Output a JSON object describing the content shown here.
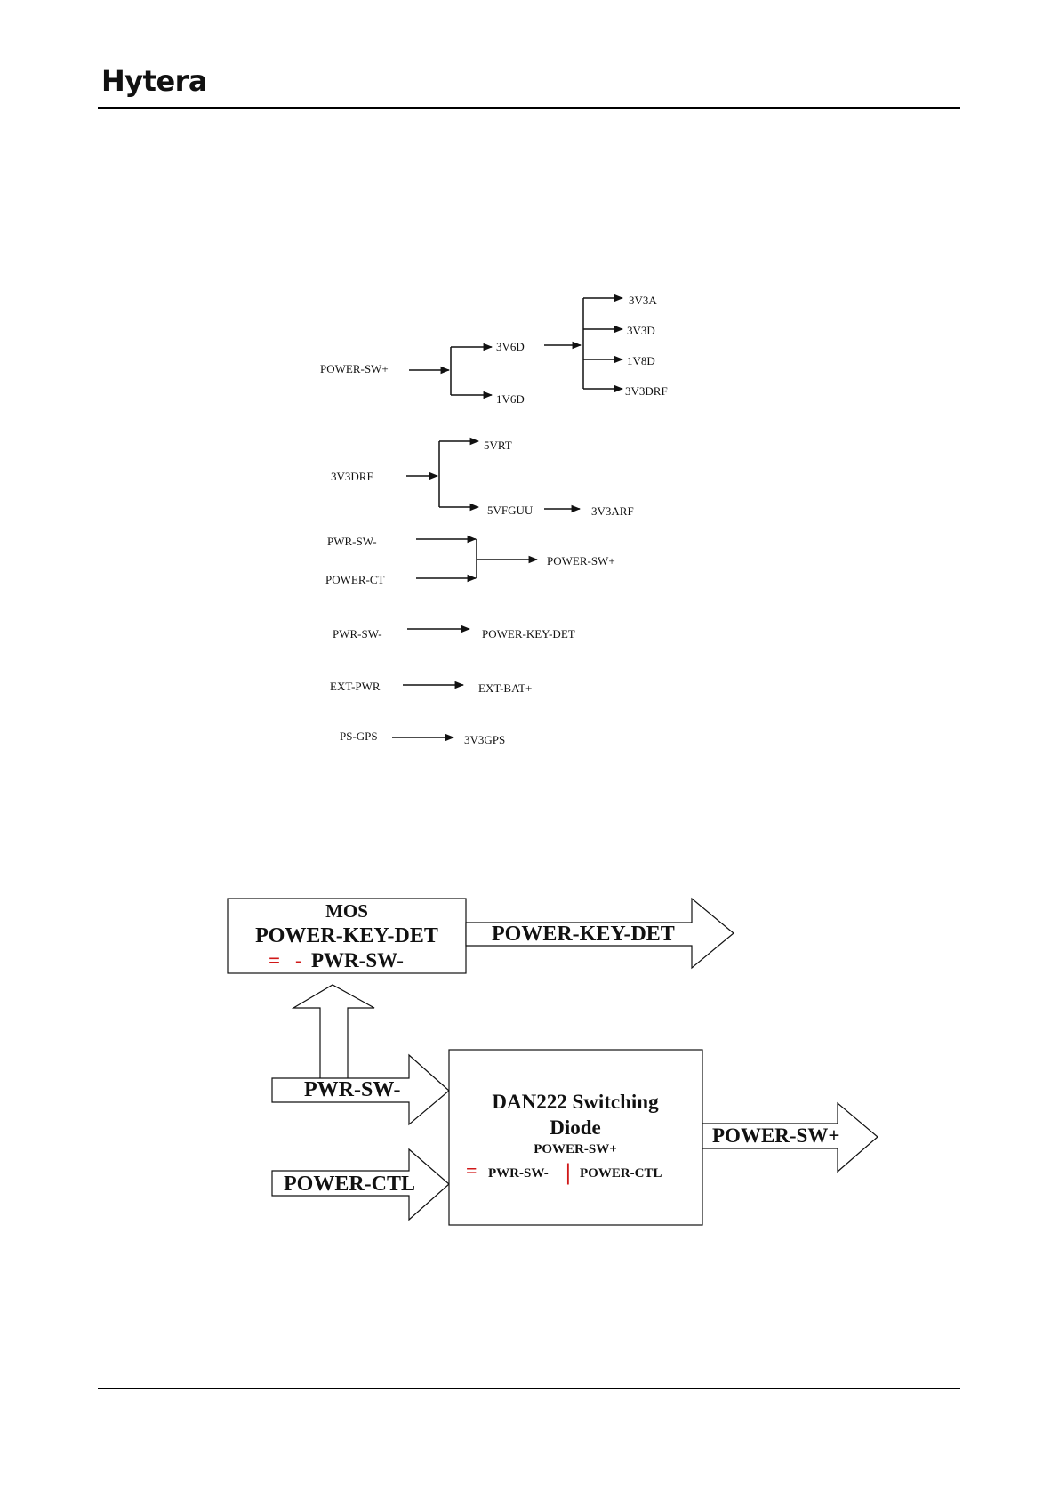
{
  "header": {
    "logo": "Hytera"
  },
  "tree": {
    "power_sw_plus": "POWER-SW+",
    "v3v6d": "3V6D",
    "v1v6d": "1V6D",
    "v3v3a": "3V3A",
    "v3v3d": "3V3D",
    "v1v8d": "1V8D",
    "v3v3drf_out": "3V3DRF",
    "v3v3drf_in": "3V3DRF",
    "v5vrt": "5VRT",
    "v5vfguu": "5VFGUU",
    "v3v3arf": "3V3ARF",
    "pwr_sw_minus_1": "PWR-SW-",
    "power_ct": "POWER-CT",
    "power_sw_plus_out": "POWER-SW+",
    "pwr_sw_minus_2": "PWR-SW-",
    "power_key_det": "POWER-KEY-DET",
    "ext_pwr": "EXT-PWR",
    "ext_bat_plus": "EXT-BAT+",
    "ps_gps": "PS-GPS",
    "v3v3gps": "3V3GPS"
  },
  "block": {
    "mos_line1": "MOS",
    "mos_line2": "POWER-KEY-DET",
    "mos_eq": "=",
    "mos_minus": "-",
    "mos_line3": "PWR-SW-",
    "arrow_power_key_det": "POWER-KEY-DET",
    "arrow_pwr_sw": "PWR-SW-",
    "arrow_power_ctl": "POWER-CTL",
    "dan_line1": "DAN222 Switching",
    "dan_line2": "Diode",
    "dan_line3": "POWER-SW+",
    "dan_eq": "=",
    "dan_pwr_sw": "PWR-SW-",
    "dan_or": "|",
    "dan_power_ctl": "POWER-CTL",
    "arrow_power_sw_plus": "POWER-SW+"
  }
}
